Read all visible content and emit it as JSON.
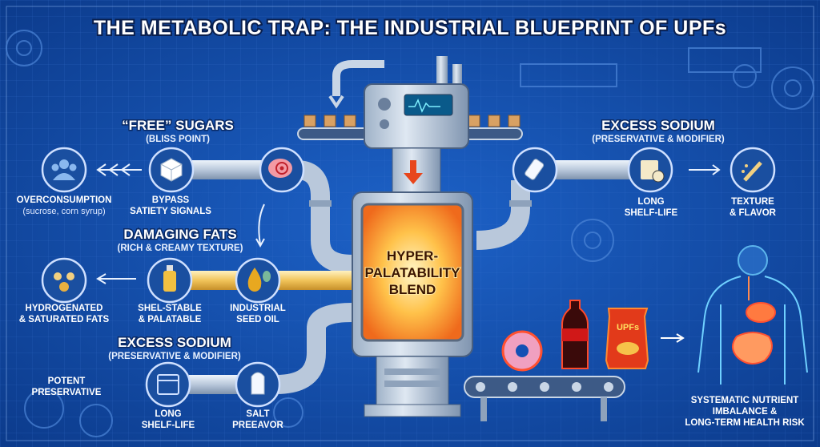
{
  "title": "THE METABOLIC TRAP: THE INDUSTRIAL BLUEPRINT OF UPFs",
  "colors": {
    "background": "#1450b4",
    "pipe": "#c9d6e6",
    "accent_arrow": "#e8461c",
    "glow": "#ffb43a"
  },
  "sugars": {
    "heading": "“FREE” SUGARS",
    "subheading": "(BLISS POINT)",
    "overconsumption": {
      "label": "OVERCONSUMPTION",
      "note": "(sucrose, corn syrup)",
      "icon": "people-icon"
    },
    "bypass": {
      "line1": "BYPASS",
      "line2": "SATIETY SIGNALS",
      "icon": "sugar-cube-icon"
    },
    "brain_icon": "brain-target-icon"
  },
  "fats": {
    "heading": "DAMAGING FATS",
    "subheading": "(RICH & CREAMY TEXTURE)",
    "hydrogenated": {
      "line1": "HYDROGENATED",
      "line2": "& SATURATED FATS",
      "icon": "oil-drops-icon"
    },
    "shelf_stable": {
      "line1": "SHEL-STABLE",
      "line2": "& PALATABLE",
      "icon": "oil-bottle-icon"
    },
    "seed_oil": {
      "line1": "INDUSTRIAL",
      "line2": "SEED OIL",
      "icon": "oil-drop-leaf-icon"
    }
  },
  "sodium_left": {
    "heading": "EXCESS SODIUM",
    "subheading": "(PRESERVATIVE & MODIFIER)",
    "potent": {
      "line1": "POTENT",
      "line2": "PRESERVATIVE"
    },
    "long_shelf": {
      "line1": "LONG",
      "line2": "SHELF-LIFE",
      "icon": "calendar-icon"
    },
    "salt": {
      "line1": "SALT",
      "line2": "PREEAVOR",
      "icon": "salt-shaker-icon"
    }
  },
  "sodium_right": {
    "heading": "EXCESS SODIUM",
    "subheading": "(PRESERVATIVE & MODIFIER)",
    "salt_icon": "salt-shaker-icon",
    "long_shelf": {
      "line1": "LONG",
      "line2": "SHELF-LIFE",
      "icon": "calendar-clock-icon"
    },
    "texture": {
      "line1": "TEXTURE",
      "line2": "& FLAVOR",
      "icon": "texture-brush-icon"
    }
  },
  "machine": {
    "line1": "HYPER-",
    "line2": "PALATABILITY",
    "line3": "BLEND"
  },
  "products": {
    "chips_label": "UPFs"
  },
  "outcome": {
    "line1": "SYSTEMATIC NUTRIENT",
    "line2": "IMBALANCE &",
    "line3": "LONG-TERM HEALTH RISK"
  }
}
